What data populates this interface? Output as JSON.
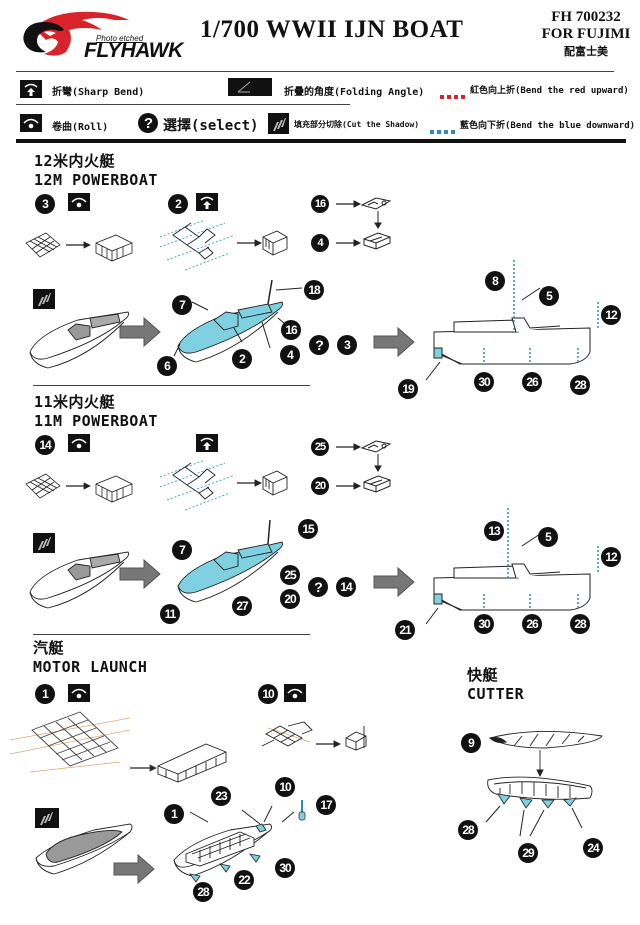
{
  "header": {
    "brand": "FLYHAWK",
    "brand_tagline": "Photo etched",
    "title": "1/700 WWII IJN BOAT",
    "product_code": "FH 700232",
    "compat": "FOR FUJIMI",
    "compat_cn": "配富士美"
  },
  "legend": {
    "sharp_bend": "折彎(Sharp Bend)",
    "folding_angle": "折疊的角度(Folding Angle)",
    "red_up": "紅色向上折(Bend the red upward)",
    "roll": "卷曲(Roll)",
    "select": "選擇(select)",
    "cut_shadow": "填充部分切除(Cut the Shadow)",
    "blue_down": "藍色向下折(Bend the blue downward)",
    "colors": {
      "red": "#d8232a",
      "blue": "#2a8fb5",
      "part_fill": "#7fd0e0"
    }
  },
  "sections": {
    "powerboat12": {
      "title_cn": "12米内火艇",
      "title_en": "12M POWERBOAT",
      "step1_part": "3",
      "step2_part": "2",
      "sub_parts": [
        "16",
        "4"
      ],
      "callouts": [
        "7",
        "18",
        "16",
        "2",
        "4",
        "6"
      ],
      "select_parts": [
        "?",
        "3"
      ],
      "side_callouts": [
        "8",
        "5",
        "12",
        "19",
        "30",
        "26",
        "28"
      ]
    },
    "powerboat11": {
      "title_cn": "11米内火艇",
      "title_en": "11M POWERBOAT",
      "step1_part": "14",
      "sub_parts": [
        "25",
        "20"
      ],
      "callouts": [
        "7",
        "15",
        "25",
        "20",
        "11",
        "27"
      ],
      "select_parts": [
        "?",
        "14"
      ],
      "side_callouts": [
        "13",
        "5",
        "12",
        "21",
        "30",
        "26",
        "28"
      ]
    },
    "launch": {
      "title_cn": "汽艇",
      "title_en": "MOTOR LAUNCH",
      "step1_part": "1",
      "step2_part": "10",
      "callouts": [
        "1",
        "23",
        "10",
        "17",
        "30",
        "22",
        "28"
      ]
    },
    "cutter": {
      "title_cn": "快艇",
      "title_en": "CUTTER",
      "callouts": [
        "9",
        "28",
        "29",
        "24"
      ]
    }
  }
}
